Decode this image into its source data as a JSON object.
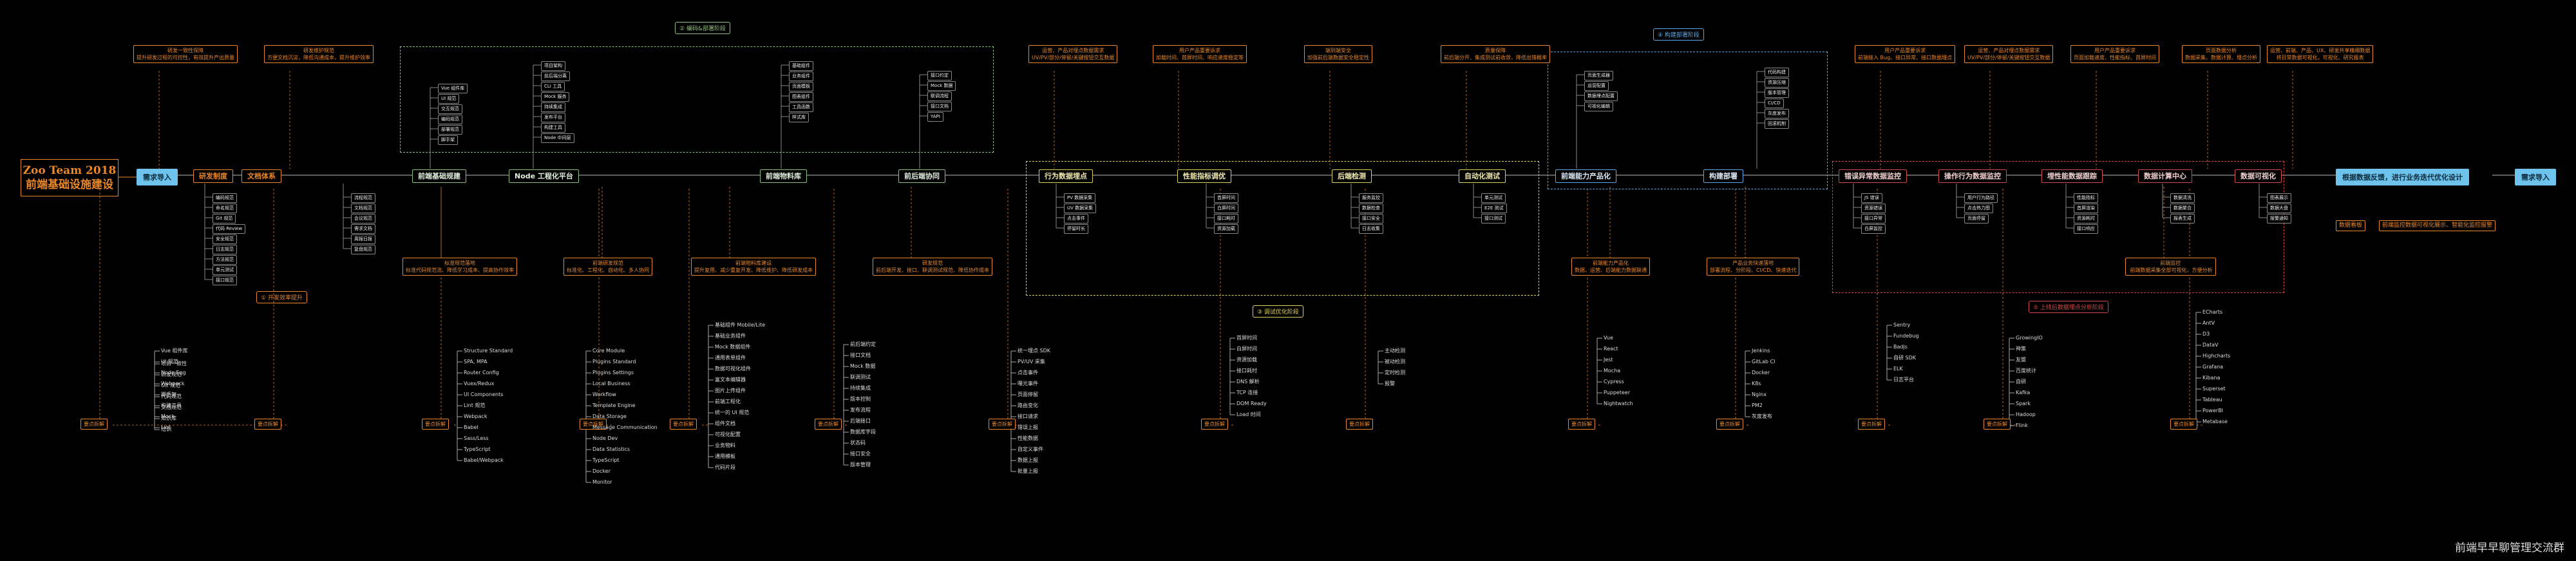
{
  "title": "Zoo Team 2018 前端基础设施建设",
  "flow": {
    "start": "需求导入",
    "end": "需求导入",
    "final_step": "根据数据反馈，进行业务迭代优化设计"
  },
  "sections": {
    "s1": "① 开发效率提升",
    "s2": "② 编码&部署阶段",
    "s3": "③ 调试优化阶段",
    "s4": "④ 构建部署阶段",
    "s5": "⑤ 上线后数据埋点分析阶段"
  },
  "main_nodes": [
    "研发制度",
    "文档体系",
    "前端基础规建",
    "Node 工程化平台",
    "前端物料库",
    "前后端协同",
    "行为数据埋点",
    "性能指标调优",
    "后端检测",
    "自动化测试",
    "前端能力产品化",
    "构建部署",
    "错误异常数据监控",
    "操作行为数据监控",
    "埋性能数据跟踪",
    "数据计算中心",
    "数据可视化"
  ],
  "top_notes": [
    "研发一致性保障\n提升研发过程的可控性，有效提升产出质量",
    "研发维护规范\n方便文档沉淀，降低沟通成本，提升维护效率",
    "运营、产品对埋点数据需求\nUV/PV/部分/停留/关键按钮交互数据",
    "用户产品重要诉求\n加载时间、首屏时间、响应速度稳定等",
    "端到端安全\n加强前后端数据安全稳定性",
    "质量保障\n前后端分开、集成测试前收敛，降低出错概率",
    "用户产品重要诉求\n前端接入 Bug、接口异常、接口数据埋点",
    "运营、产品对埋点数据需求\nUV/PV/部分/停留/关键按钮交互数据",
    "用户产品重要诉求\n页面加载速度、性能指标、首屏时间",
    "页面数据分析\n数据采集、数据计算、埋点分析",
    "运营、前端、产品、UX、研发共享精细数据\n将日常数据可视化，可视化、研究报表"
  ],
  "bottom_notes": [
    "标准规范落地\n标准代码规范流、降低学习成本、提高协作效率",
    "前端研发规范\n标准化、工程化、自动化、多人协同",
    "前端物料库建设\n提升复用、减少重复开发、降低维护、降低研发成本",
    "研发规范\n前后端开发、接口、联调测试规范、降低协作成本",
    "前端能力产品化\n数据、运营、后端能力数据联通",
    "产品业务快速落地\n部署流程、分阶段、CI/CD、快速迭代",
    "前端监控\n 前端数据采集全部可视化，方便分析"
  ],
  "key_points_label": "要点拆解",
  "leaves": {
    "c1": [
      "编码规范",
      "命名规范",
      "Git 规范",
      "代码 Review",
      "安全规范",
      "日志规范",
      "方法规范",
      "单元测试",
      "接口规范"
    ],
    "c2": [
      "流程规范",
      "文档规范",
      "会议规范",
      "需求文档",
      "周报日报",
      "复盘规范"
    ],
    "c3": [
      "Vue 组件库",
      "UI 规范",
      "交互规范",
      "编码规范",
      "部署规范",
      "脚手架"
    ],
    "c4": [
      "项目架构",
      "前后端分离",
      "CLI 工具",
      "Mock 服务",
      "持续集成",
      "发布平台",
      "构建工具",
      "Node 中间层"
    ],
    "c5": [
      "基础组件",
      "业务组件",
      "页面模板",
      "图表组件",
      "工具函数",
      "样式库"
    ],
    "c6": [
      "接口约定",
      "Mock 数据",
      "联调流程",
      "接口文档",
      "YAPI"
    ],
    "c7": [
      "PV 数据采集",
      "UV 数据采集",
      "点击事件",
      "停留时长"
    ],
    "c8": [
      "首屏时间",
      "白屏时间",
      "接口耗时",
      "资源加载"
    ],
    "c9": [
      "服务监控",
      "数据检查",
      "接口安全",
      "日志收集"
    ],
    "c10": [
      "单元测试",
      "E2E 测试",
      "接口测试"
    ],
    "c11": [
      "页面生成器",
      "运营配置",
      "数据埋点配置",
      "可视化编辑"
    ],
    "c12": [
      "代码构建",
      "资源压缩",
      "版本管理",
      "CI/CD",
      "灰度发布",
      "回滚机制"
    ],
    "c13": [
      "JS 错误",
      "资源错误",
      "接口异常",
      "白屏监控"
    ],
    "c14": [
      "用户行为路径",
      "点击热力图",
      "页面停留"
    ],
    "c15": [
      "性能指标",
      "首屏渲染",
      "资源耗时",
      "接口响应"
    ],
    "c16": [
      "数据清洗",
      "数据聚合",
      "报表生成"
    ],
    "c17": [
      "图表展示",
      "数据大盘",
      "报警通知"
    ]
  },
  "bottom_tree": {
    "a": [
      "项目一致性",
      "研发规范",
      "Git 规范",
      "代码规范",
      "文档规范",
      "知识库",
      "培训"
    ],
    "b": [
      "Vue 组件库",
      "UI 规范",
      "Node Egg",
      "Webpack",
      "脚手架",
      "构建工具",
      "Mock",
      "Lint"
    ],
    "c": [
      "Structure Standard",
      "SPA, MPA",
      "Router Config",
      "Vuex/Redux",
      "UI Components",
      "Lint 规范",
      "Webpack",
      "Babel",
      "Sass/Less",
      "TypeScript",
      "Babel/Webpack"
    ],
    "d": [
      "Core Module",
      "Plugins Standard",
      "Plugins Settings",
      "Local Business",
      "Workflow",
      "Template Engine",
      "Data Storage",
      "Message Communication",
      "Node Dev",
      "Data Statistics",
      "TypeScript",
      "Docker",
      "Monitor"
    ],
    "e": [
      "基础组件 Mobile/Lite",
      "基础业务组件",
      "Mock 数据组件",
      "通用表单组件",
      "数据可视化组件",
      "富文本编辑器",
      "图片上传组件",
      "前端工程化",
      "统一的 UI 规范",
      "组件文档",
      "可视化配置",
      "业务物料",
      "通用模板",
      "代码片段"
    ],
    "f": [
      "前后端约定",
      "接口文档",
      "Mock 数据",
      "联调测试",
      "持续集成",
      "版本控制",
      "发布流程",
      "后端接口",
      "数据库字段",
      "状态码",
      "接口安全",
      "版本管理"
    ],
    "g": [
      "统一埋点 SDK",
      "PV/UV 采集",
      "点击事件",
      "曝光事件",
      "页面停留",
      "路由变化",
      "接口请求",
      "错误上报",
      "性能数据",
      "自定义事件",
      "数据上报",
      "批量上报"
    ],
    "h": [
      "首屏时间",
      "白屏时间",
      "资源加载",
      "接口耗时",
      "DNS 解析",
      "TCP 连接",
      "DOM Ready",
      "Load 时间"
    ],
    "i": [
      "主动检测",
      "被动检测",
      "定时检测",
      "报警"
    ],
    "j": [
      "Vue",
      "React",
      "Jest",
      "Mocha",
      "Cypress",
      "Puppeteer",
      "Nightwatch"
    ],
    "k": [
      "Jenkins",
      "GitLab CI",
      "Docker",
      "K8s",
      "Nginx",
      "PM2",
      "灰度发布"
    ],
    "l": [
      "Sentry",
      "Fundebug",
      "Badjs",
      "自研 SDK",
      "ELK",
      "日志平台"
    ],
    "m": [
      "GrowingIO",
      "神策",
      "友盟",
      "百度统计",
      "自研",
      "Kafka",
      "Spark",
      "Hadoop",
      "Flink"
    ],
    "n": [
      "ECharts",
      "AntV",
      "D3",
      "DataV",
      "Highcharts",
      "Grafana",
      "Kibana",
      "Superset",
      "Tableau",
      "PowerBI",
      "Metabase"
    ]
  },
  "side_note_label": "数据看板",
  "side_note_text": "前端监控数据可视化展示、智能化监控报警",
  "footer": "前端早早聊管理交流群",
  "colors": {
    "orange": "#e8872b",
    "green": "#8fc27c",
    "yellow": "#e0d35a",
    "blue": "#5fa8e6",
    "red": "#d24a46",
    "pill": "#6ec3ec"
  }
}
